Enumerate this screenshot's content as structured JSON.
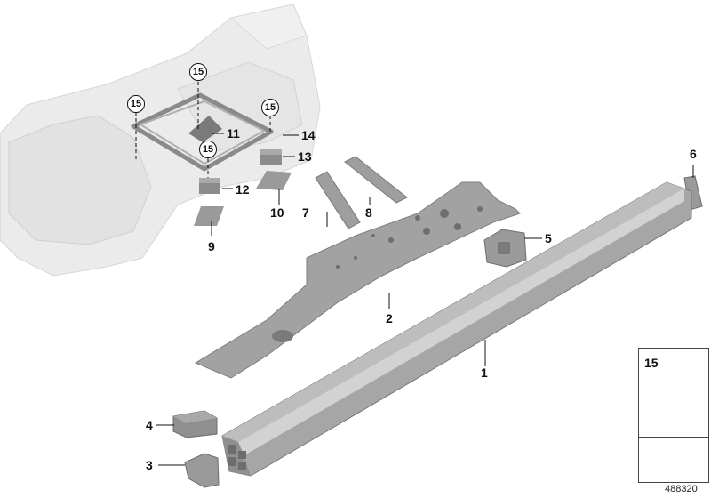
{
  "callouts": {
    "c1": "1",
    "c2": "2",
    "c3": "3",
    "c4": "4",
    "c5": "5",
    "c6": "6",
    "c7": "7",
    "c8": "8",
    "c9": "9",
    "c10": "10",
    "c11": "11",
    "c12": "12",
    "c13": "13",
    "c14": "14"
  },
  "circled": {
    "label": "15"
  },
  "legend": {
    "part_number": "15"
  },
  "diagram_id": "488320",
  "colors": {
    "part": "#9b9b9b",
    "part_dark": "#7f7f7f",
    "part_light": "#b5b5b5",
    "ghost": "#e6e6e6",
    "line": "#111111"
  }
}
